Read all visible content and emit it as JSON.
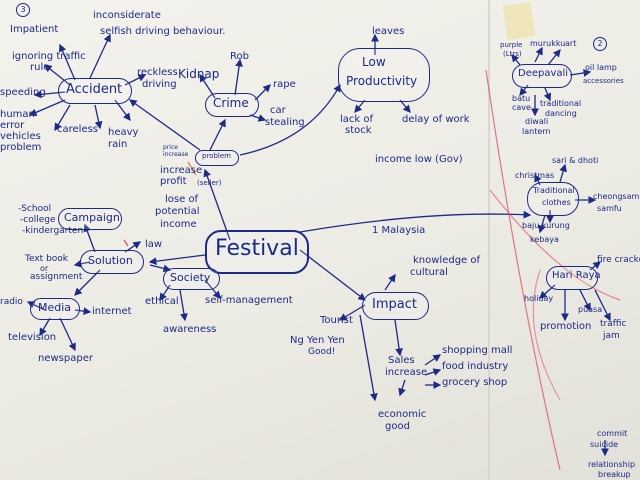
{
  "center": {
    "label": "Festival"
  },
  "corner_numbers": {
    "left": "3",
    "right": "2"
  },
  "accident": {
    "label": "Accident",
    "items": [
      "Impatient",
      "inconsiderate",
      "selfish driving behaviour.",
      "ignoring traffic",
      "rule",
      "speeding",
      "human",
      "error",
      "vehicles",
      "problem",
      "careless",
      "heavy",
      "rain",
      "reckless",
      "driving"
    ]
  },
  "crime": {
    "label": "Crime",
    "items": [
      "Kidnap",
      "Rob",
      "rape",
      "car",
      "stealing"
    ]
  },
  "productivity": {
    "label_line1": "Low",
    "label_line2": "Productivity",
    "items": [
      "leaves",
      "lack of",
      "stock",
      "delay of work",
      "income low (Gov)"
    ]
  },
  "problem": {
    "label": "problem",
    "items": [
      "price",
      "increase",
      "increase",
      "profit",
      "(seller)",
      "lose of",
      "potential",
      "income"
    ]
  },
  "campaign": {
    "label": "Campaign",
    "items": [
      "-School",
      "-college",
      "-kindergarten"
    ]
  },
  "solution": {
    "label": "Solution",
    "items": [
      "law",
      "Text book",
      "or",
      "assignment"
    ]
  },
  "society": {
    "label": "Society",
    "items": [
      "ethical",
      "self-management",
      "awareness"
    ]
  },
  "media": {
    "label": "Media",
    "items": [
      "radio",
      "internet",
      "television",
      "newspaper"
    ]
  },
  "impact": {
    "label": "Impact",
    "items": [
      "1 Malaysia",
      "knowledge of",
      "cultural",
      "Tourist",
      "Ng Yen Yen",
      "Good!",
      "Sales",
      "increase",
      "shopping mall",
      "food industry",
      "grocery shop",
      "economic",
      "good"
    ]
  },
  "deepavali": {
    "label": "Deepavali",
    "items": [
      "purple",
      "(Ltrs)",
      "murukku",
      "art",
      "oil lamp",
      "accessories",
      "batu",
      "cave",
      "traditional",
      "dancing",
      "diwali",
      "lantern"
    ]
  },
  "traditional_clothes": {
    "label_line1": "Traditional",
    "label_line2": "clothes",
    "items": [
      "christmas",
      "sari & dhoti",
      "cheongsam",
      "samfu",
      "baju kurung",
      "kebaya"
    ]
  },
  "hari_raya": {
    "label": "Hari Raya",
    "items": [
      "fire crackers",
      "holiday",
      "puasa",
      "promotion",
      "traffic",
      "jam"
    ]
  },
  "right_bottom": {
    "items": [
      "commit",
      "suicide",
      "relationship",
      "breakup"
    ]
  },
  "colors": {
    "ink": "#1d2a86",
    "red": "#e0405a",
    "orange": "#e07a2a",
    "paper": "#efeee8"
  }
}
